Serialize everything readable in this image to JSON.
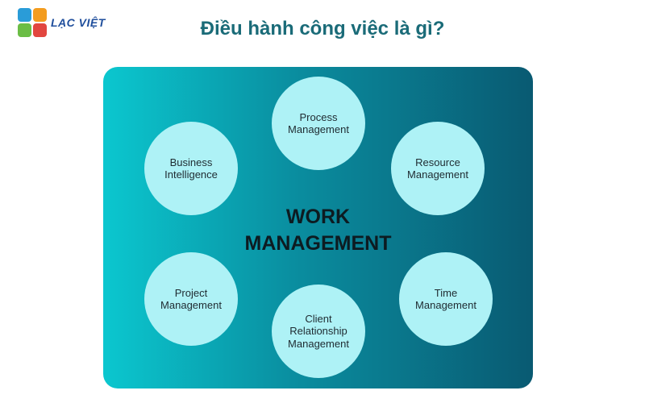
{
  "brand": {
    "name": "LẠC VIỆT",
    "colors": [
      "#2a9cd8",
      "#f39c1f",
      "#6bbd45",
      "#e2463f"
    ]
  },
  "title": "Điều hành công việc là gì?",
  "center": {
    "line1": "WORK",
    "line2": "MANAGEMENT"
  },
  "nodes": [
    {
      "id": "process",
      "label": "Process\nManagement"
    },
    {
      "id": "resource",
      "label": "Resource\nManagement"
    },
    {
      "id": "time",
      "label": "Time\nManagement"
    },
    {
      "id": "client",
      "label": "Client\nRelationship\nManagement"
    },
    {
      "id": "project",
      "label": "Project\nManagement"
    },
    {
      "id": "business",
      "label": "Business\nIntelligence"
    }
  ]
}
